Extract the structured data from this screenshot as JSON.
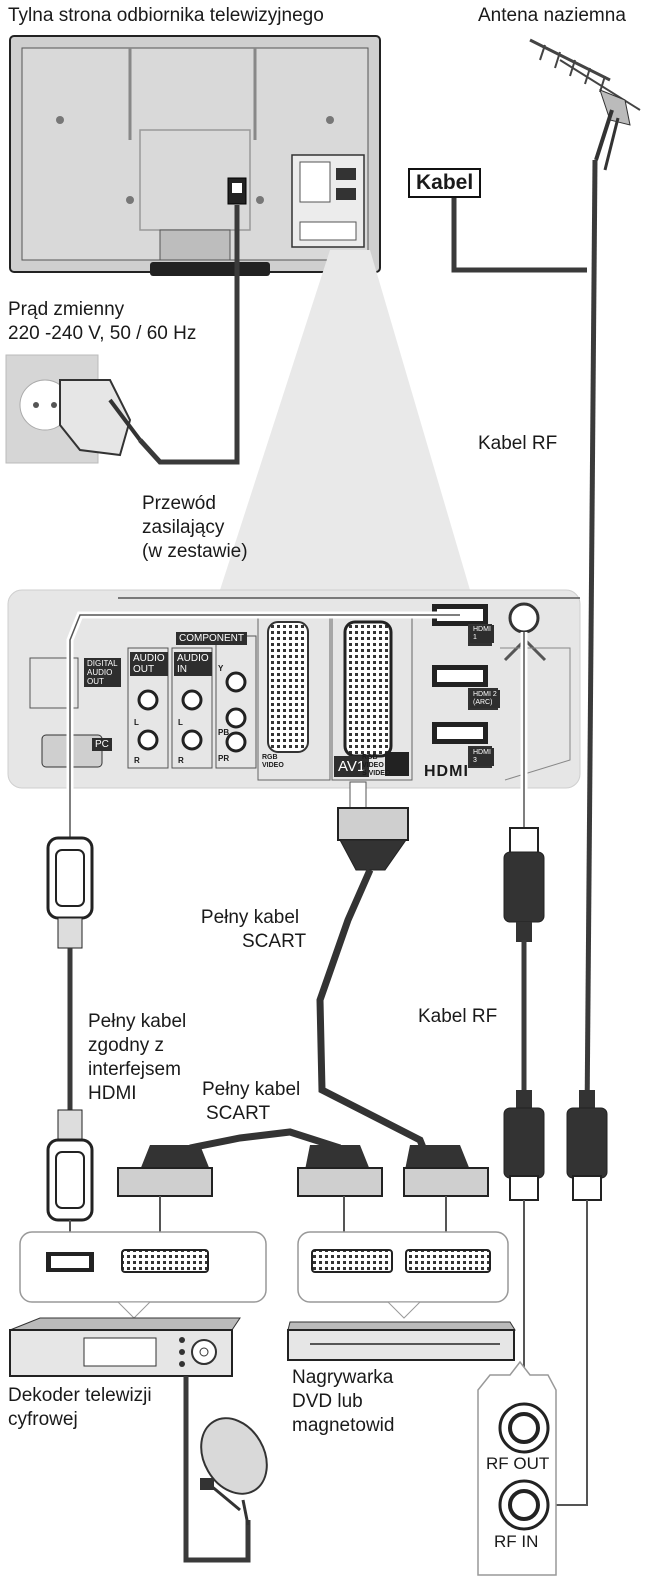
{
  "labels": {
    "tv_back": "Tylna strona odbiornika telewizyjnego",
    "antenna": "Antena naziemna",
    "cable_box": "Kabel",
    "ac_power": [
      "Prąd zmienny",
      "220 -240 V, 50 / 60 Hz"
    ],
    "power_cord": [
      "Przewód",
      "zasilający",
      "(w zestawie)"
    ],
    "rf_cable_top": "Kabel RF",
    "rf_cable_mid": "Kabel RF",
    "scart_top": [
      "Pełny kabel",
      "SCART"
    ],
    "hdmi_cable": [
      "Pełny kabel",
      "zgodny z",
      "interfejsem",
      "HDMI"
    ],
    "scart_bottom": [
      "Pełny kabel",
      "SCART"
    ],
    "decoder": [
      "Dekoder telewizji",
      "cyfrowej"
    ],
    "recorder": [
      "Nagrywarka",
      "DVD lub",
      "magnetowid"
    ],
    "rf_out": "RF OUT",
    "rf_in": "RF IN"
  },
  "panel": {
    "component": "COMPONENT",
    "audio_out": [
      "AUDIO",
      "OUT"
    ],
    "audio_in": [
      "AUDIO",
      "IN"
    ],
    "digital_audio_out": [
      "DIGITAL",
      "AUDIO",
      "OUT"
    ],
    "pc": "PC",
    "av1": "AV1",
    "hdmi1": [
      "HDMI",
      "1"
    ],
    "hdmi2": [
      "HDMI 2",
      "(ARC)"
    ],
    "hdmi3": [
      "HDMI",
      "3"
    ],
    "hdmi_logo": "HDMI",
    "jack_l": "L",
    "jack_r": "R",
    "jack_y": "Y",
    "jack_pb": "PB",
    "jack_pr": "PR",
    "rgb_video": [
      "RGB",
      "VIDEO"
    ],
    "rgb_video_s": [
      "RGB",
      "VIDEO",
      "S VIDEO"
    ]
  },
  "colors": {
    "line": "#3a3a3a",
    "panel_bg": "#e6e6e6",
    "tv_body": "#d9d9d9",
    "dark": "#1f1f1f"
  }
}
